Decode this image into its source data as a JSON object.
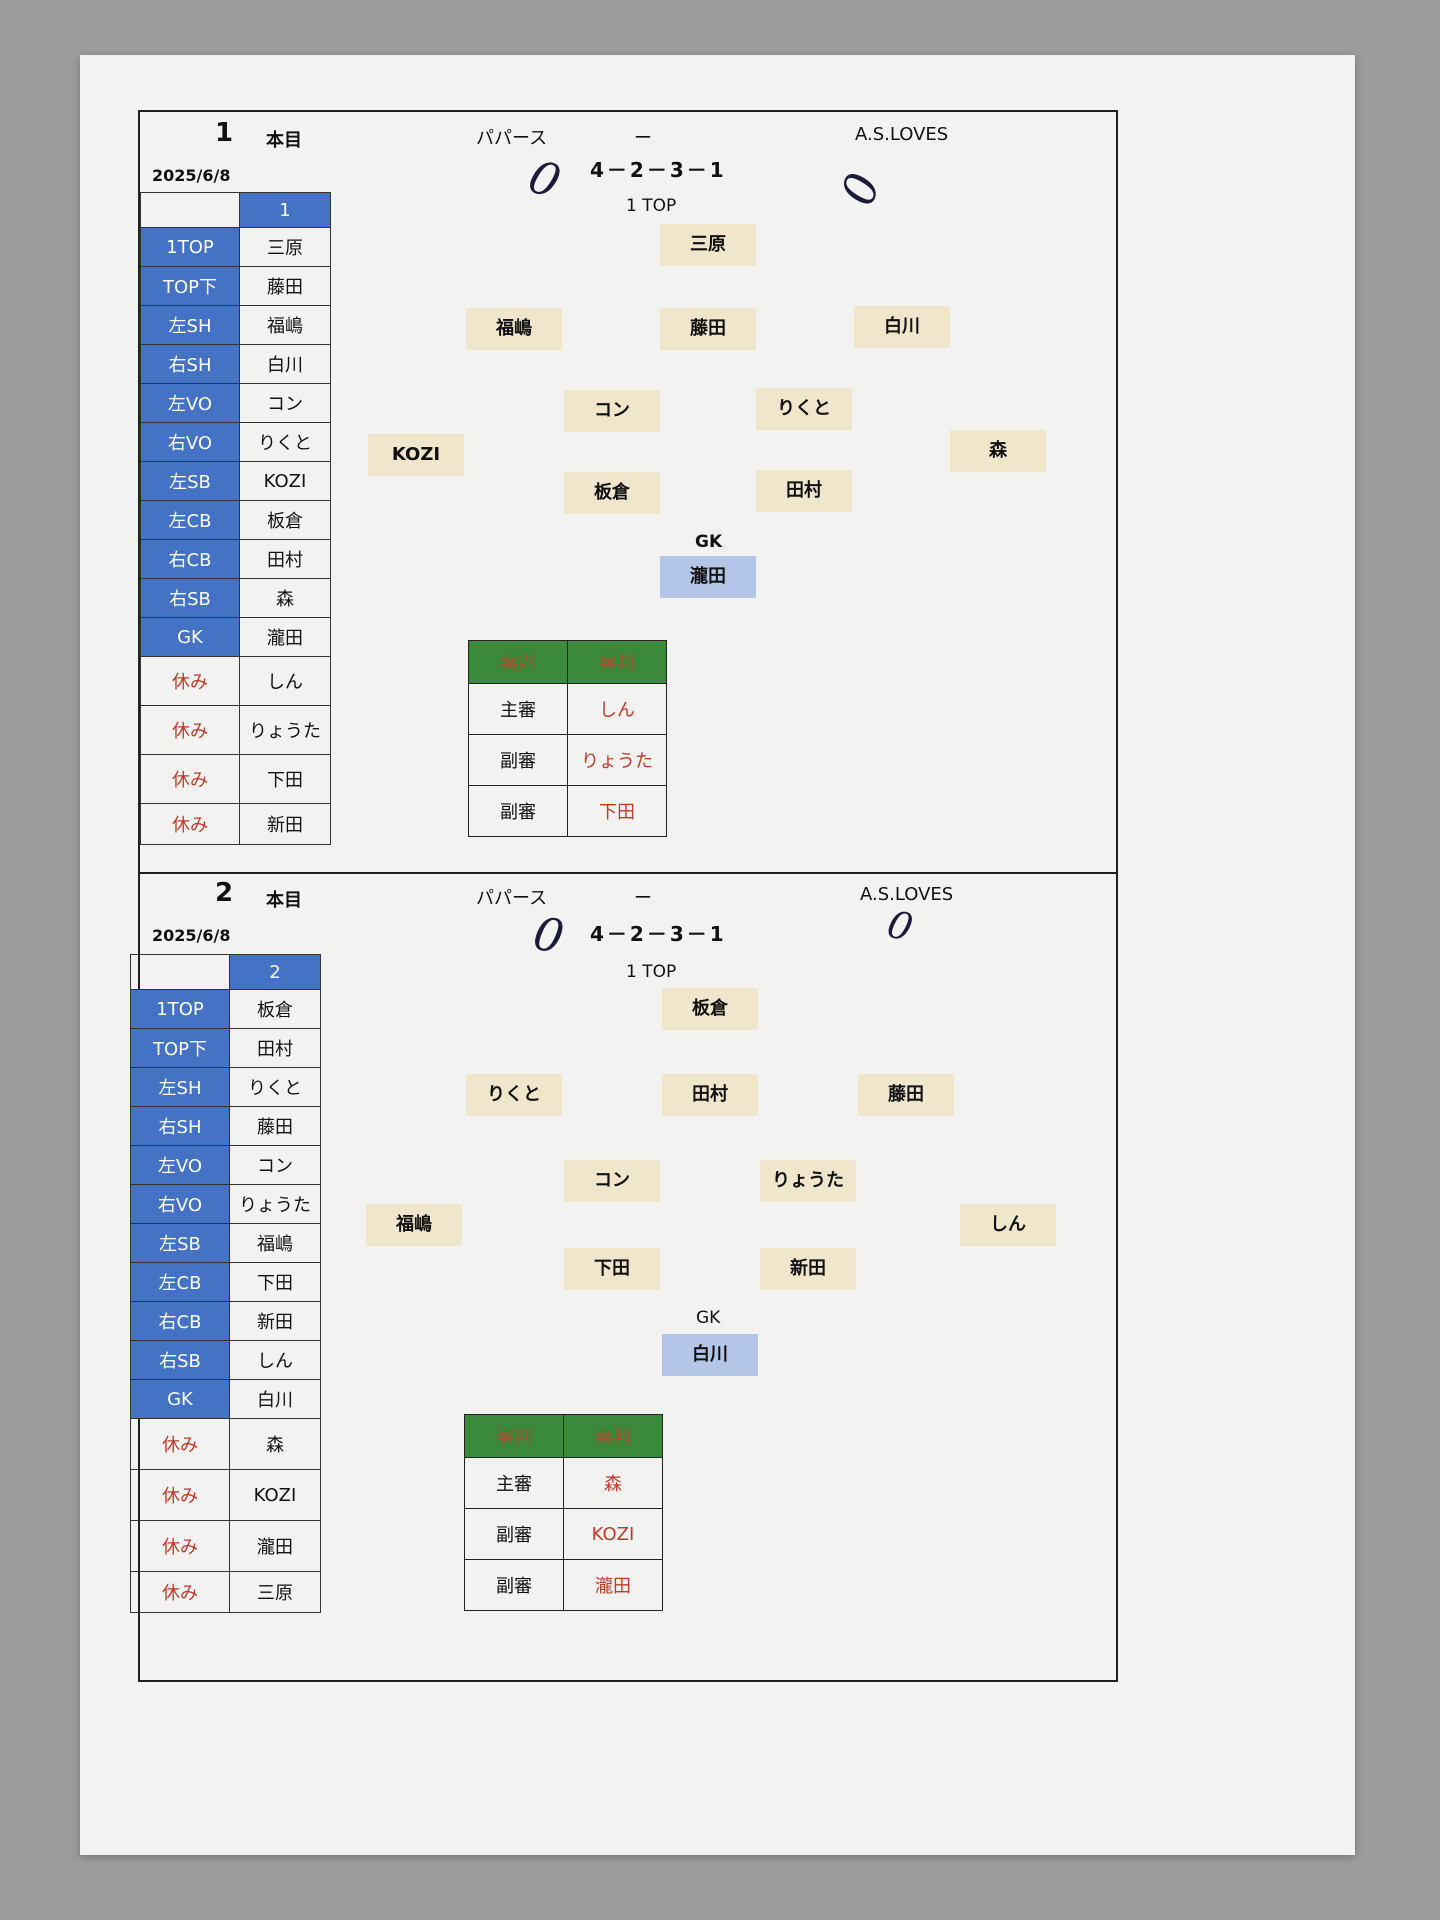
{
  "matches": [
    {
      "number": "1",
      "honme": "本目",
      "date": "2025/6/8",
      "home": "パパース",
      "dash": "ー",
      "away": "A.S.LOVES",
      "score_home": "0",
      "score_away": "0",
      "formation": "4－2－3－1",
      "top_label": "1 TOP",
      "gk_label": "GK",
      "roster_header": "1",
      "roster": [
        {
          "pos": "1TOP",
          "name": "三原"
        },
        {
          "pos": "TOP下",
          "name": "藤田"
        },
        {
          "pos": "左SH",
          "name": "福嶋"
        },
        {
          "pos": "右SH",
          "name": "白川"
        },
        {
          "pos": "左VO",
          "name": "コン"
        },
        {
          "pos": "右VO",
          "name": "りくと"
        },
        {
          "pos": "左SB",
          "name": "KOZI"
        },
        {
          "pos": "左CB",
          "name": "板倉"
        },
        {
          "pos": "右CB",
          "name": "田村"
        },
        {
          "pos": "右SB",
          "name": "森"
        },
        {
          "pos": "GK",
          "name": "瀧田"
        }
      ],
      "rest": [
        {
          "label": "休み",
          "name": "しん"
        },
        {
          "label": "休み",
          "name": "りょうた"
        },
        {
          "label": "休み",
          "name": "下田"
        },
        {
          "label": "休み",
          "name": "新田"
        }
      ],
      "field": {
        "top": "三原",
        "lsh": "福嶋",
        "toph": "藤田",
        "rsh": "白川",
        "lvo": "コン",
        "rvo": "りくと",
        "lsb": "KOZI",
        "rsb": "森",
        "lcb": "板倉",
        "rcb": "田村",
        "gk": "瀧田"
      },
      "referee": {
        "header": [
          "審判",
          "審判"
        ],
        "rows": [
          {
            "role": "主審",
            "name": "しん"
          },
          {
            "role": "副審",
            "name": "りょうた"
          },
          {
            "role": "副審",
            "name": "下田"
          }
        ]
      }
    },
    {
      "number": "2",
      "honme": "本目",
      "date": "2025/6/8",
      "home": "パパース",
      "dash": "ー",
      "away": "A.S.LOVES",
      "score_home": "0",
      "score_away": "0",
      "formation": "4－2－3－1",
      "top_label": "1 TOP",
      "gk_label": "GK",
      "roster_header": "2",
      "roster": [
        {
          "pos": "1TOP",
          "name": "板倉"
        },
        {
          "pos": "TOP下",
          "name": "田村"
        },
        {
          "pos": "左SH",
          "name": "りくと"
        },
        {
          "pos": "右SH",
          "name": "藤田"
        },
        {
          "pos": "左VO",
          "name": "コン"
        },
        {
          "pos": "右VO",
          "name": "りょうた"
        },
        {
          "pos": "左SB",
          "name": "福嶋"
        },
        {
          "pos": "左CB",
          "name": "下田"
        },
        {
          "pos": "右CB",
          "name": "新田"
        },
        {
          "pos": "右SB",
          "name": "しん"
        },
        {
          "pos": "GK",
          "name": "白川"
        }
      ],
      "rest": [
        {
          "label": "休み",
          "name": "森"
        },
        {
          "label": "休み",
          "name": "KOZI"
        },
        {
          "label": "休み",
          "name": "瀧田"
        },
        {
          "label": "休み",
          "name": "三原"
        }
      ],
      "field": {
        "top": "板倉",
        "lsh": "りくと",
        "toph": "田村",
        "rsh": "藤田",
        "lvo": "コン",
        "rvo": "りょうた",
        "lsb": "福嶋",
        "rsb": "しん",
        "lcb": "下田",
        "rcb": "新田",
        "gk": "白川"
      },
      "referee": {
        "header": [
          "審判",
          "審判"
        ],
        "rows": [
          {
            "role": "主審",
            "name": "森"
          },
          {
            "role": "副審",
            "name": "KOZI"
          },
          {
            "role": "副審",
            "name": "瀧田"
          }
        ]
      }
    }
  ]
}
